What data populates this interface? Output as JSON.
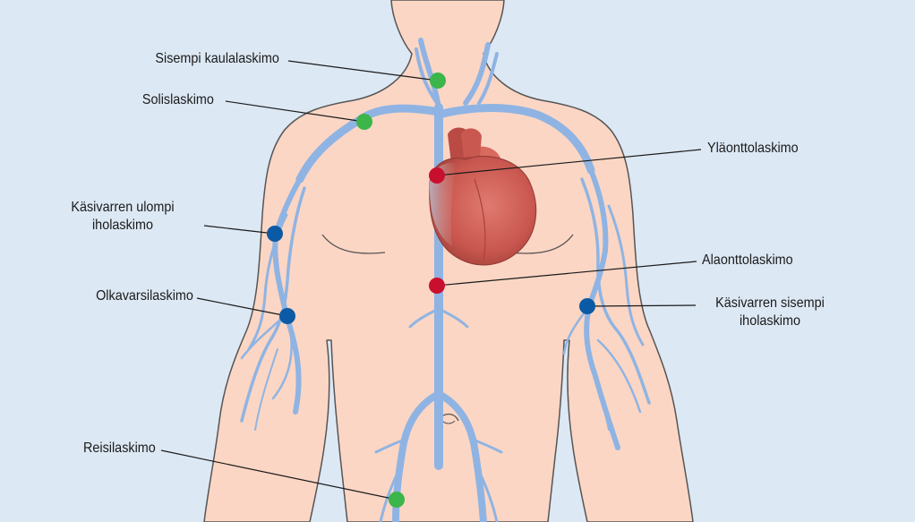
{
  "colors": {
    "background": "#dce8f4",
    "skin": "#fcd6c4",
    "skin_outline": "#555555",
    "vein": "#8fb4e3",
    "dot_green": "#3cb54a",
    "dot_blue": "#0b5aa5",
    "dot_red": "#c8102e",
    "heart": "#d9534f"
  },
  "labels": {
    "internal_jugular": "Sisempi kaulalaskimo",
    "subclavian": "Solislaskimo",
    "cephalic_line1": "Käsivarren ulompi",
    "cephalic_line2": "iholaskimo",
    "brachial": "Olkavarsilaskimo",
    "femoral": "Reisilaskimo",
    "superior_vena_cava": "Yläonttolaskimo",
    "inferior_vena_cava": "Alaonttolaskimo",
    "basilic_line1": "Käsivarren sisempi",
    "basilic_line2": "iholaskimo"
  }
}
